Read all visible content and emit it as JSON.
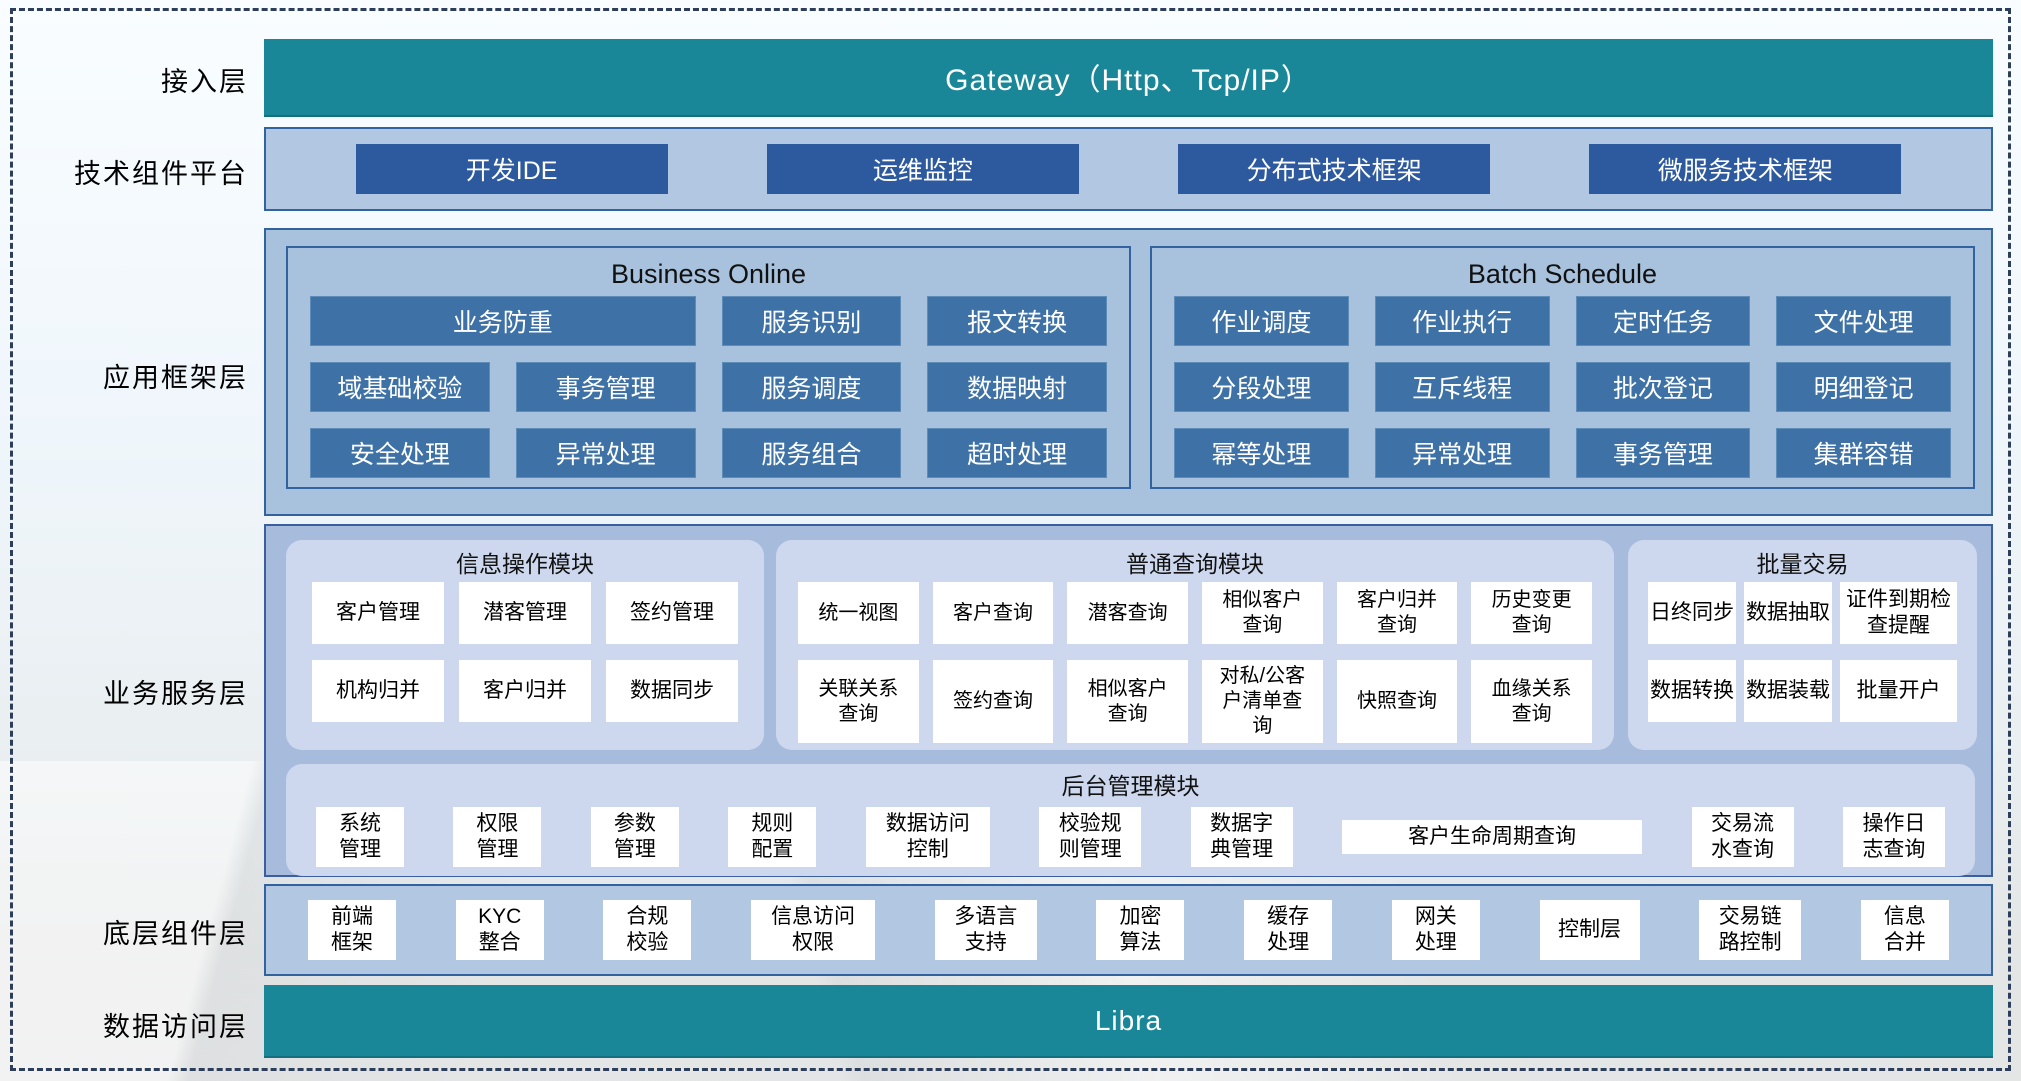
{
  "side_labels": {
    "access": "接入层",
    "tech": "技术组件平台",
    "app": "应用框架层",
    "biz": "业务服务层",
    "base": "底层组件层",
    "data": "数据访问层"
  },
  "gateway_title": "Gateway（Http、Tcp/IP）",
  "libra_title": "Libra",
  "tech_items": [
    "开发IDE",
    "运维监控",
    "分布式技术框架",
    "微服务技术框架"
  ],
  "business_online": {
    "title": "Business Online",
    "r1": [
      "业务防重",
      "服务识别",
      "报文转换"
    ],
    "r2": [
      "域基础校验",
      "事务管理",
      "服务调度",
      "数据映射"
    ],
    "r3": [
      "安全处理",
      "异常处理",
      "服务组合",
      "超时处理"
    ]
  },
  "batch_schedule": {
    "title": "Batch Schedule",
    "r1": [
      "作业调度",
      "作业执行",
      "定时任务",
      "文件处理"
    ],
    "r2": [
      "分段处理",
      "互斥线程",
      "批次登记",
      "明细登记"
    ],
    "r3": [
      "幂等处理",
      "异常处理",
      "事务管理",
      "集群容错"
    ]
  },
  "info_module": {
    "title": "信息操作模块",
    "r1": [
      "客户管理",
      "潜客管理",
      "签约管理"
    ],
    "r2": [
      "机构归并",
      "客户归并",
      "数据同步"
    ]
  },
  "query_module": {
    "title": "普通查询模块",
    "r1": [
      "统一视图",
      "客户查询",
      "潜客查询",
      "相似客户查询",
      "客户归并查询",
      "历史变更查询"
    ],
    "r2": [
      "关联关系查询",
      "签约查询",
      "相似客户查询",
      "对私/公客户清单查询",
      "快照查询",
      "血缘关系查询"
    ]
  },
  "batch_trade": {
    "title": "批量交易",
    "r1": [
      "日终同步",
      "数据抽取",
      "证件到期检查提醒"
    ],
    "r2": [
      "数据转换",
      "数据装载",
      "批量开户"
    ]
  },
  "admin_module": {
    "title": "后台管理模块",
    "items": [
      "系统管理",
      "权限管理",
      "参数管理",
      "规则配置",
      "数据访问控制",
      "校验规则管理",
      "数据字典管理",
      "客户生命周期查询",
      "交易流水查询",
      "操作日志查询"
    ]
  },
  "base_components": {
    "items": [
      "前端框架",
      "KYC整合",
      "合规校验",
      "信息访问权限",
      "多语言支持",
      "加密算法",
      "缓存处理",
      "网关处理",
      "控制层",
      "交易链路控制",
      "信息合并"
    ]
  },
  "colors": {
    "teal": "#1a8799",
    "dark_blue": "#2d5a9e",
    "steel_blue": "#3e72a7",
    "row_bg": "#b2c8e2",
    "framework_bg": "#a8c2de",
    "service_bg": "#a7bbdc",
    "panel_bg": "#cdd8ee",
    "border_blue": "#33639f",
    "frame_dash": "#2d3e5a"
  }
}
